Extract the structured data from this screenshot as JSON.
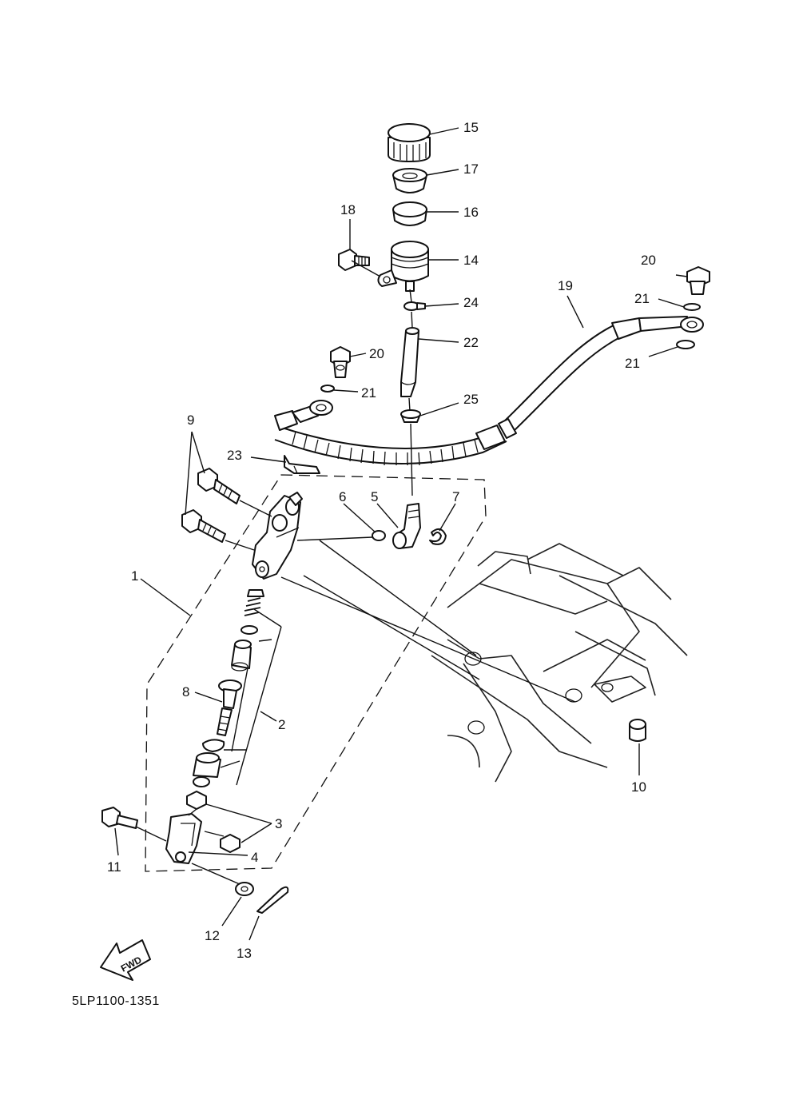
{
  "diagram": {
    "code": "5LP1100-1351",
    "fwd_label": "FWD",
    "callouts": [
      {
        "id": "c15",
        "label": "15"
      },
      {
        "id": "c17",
        "label": "17"
      },
      {
        "id": "c16",
        "label": "16"
      },
      {
        "id": "c18",
        "label": "18"
      },
      {
        "id": "c14",
        "label": "14"
      },
      {
        "id": "c24",
        "label": "24"
      },
      {
        "id": "c22",
        "label": "22"
      },
      {
        "id": "c20a",
        "label": "20"
      },
      {
        "id": "c21a",
        "label": "21"
      },
      {
        "id": "c25",
        "label": "25"
      },
      {
        "id": "c19",
        "label": "19"
      },
      {
        "id": "c20b",
        "label": "20"
      },
      {
        "id": "c21b",
        "label": "21"
      },
      {
        "id": "c21c",
        "label": "21"
      },
      {
        "id": "c9",
        "label": "9"
      },
      {
        "id": "c23",
        "label": "23"
      },
      {
        "id": "c6",
        "label": "6"
      },
      {
        "id": "c5",
        "label": "5"
      },
      {
        "id": "c7",
        "label": "7"
      },
      {
        "id": "c1",
        "label": "1"
      },
      {
        "id": "c8",
        "label": "8"
      },
      {
        "id": "c2",
        "label": "2"
      },
      {
        "id": "c10",
        "label": "10"
      },
      {
        "id": "c3",
        "label": "3"
      },
      {
        "id": "c4",
        "label": "4"
      },
      {
        "id": "c11",
        "label": "11"
      },
      {
        "id": "c12",
        "label": "12"
      },
      {
        "id": "c13",
        "label": "13"
      }
    ]
  }
}
